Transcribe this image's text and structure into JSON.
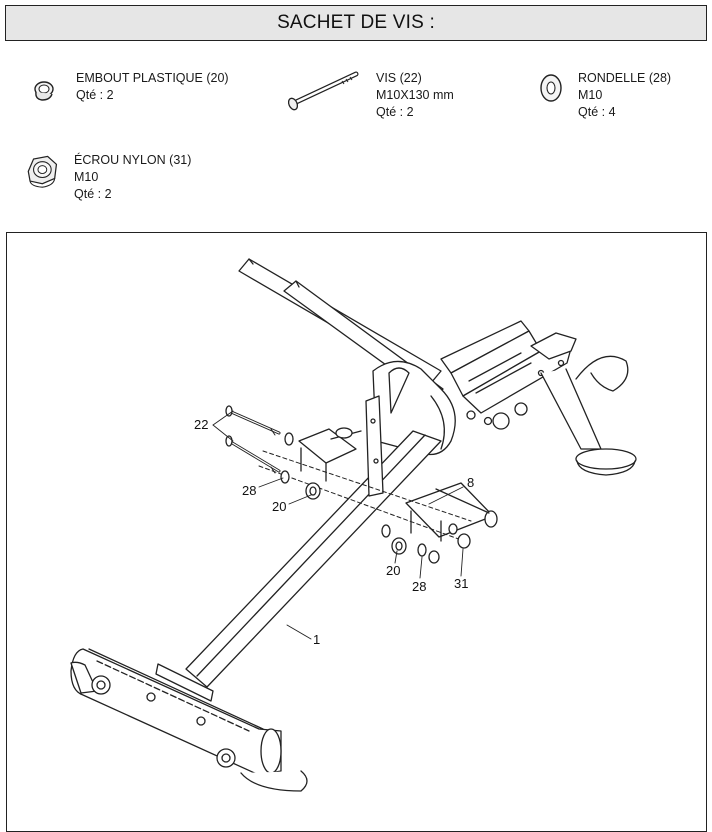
{
  "header": {
    "title": "SACHET DE VIS :"
  },
  "parts": [
    {
      "name": "EMBOUT PLASTIQUE (20)",
      "spec": "",
      "qty": "Qté : 2",
      "icon": "plastic-cap-icon"
    },
    {
      "name": "VIS (22)",
      "spec": "M10X130 mm",
      "qty": "Qté : 2",
      "icon": "bolt-icon"
    },
    {
      "name": "RONDELLE (28)",
      "spec": "M10",
      "qty": "Qté : 4",
      "icon": "washer-icon"
    },
    {
      "name": "ÉCROU NYLON (31)",
      "spec": "M10",
      "qty": "Qté : 2",
      "icon": "nylon-nut-icon"
    }
  ],
  "diagram": {
    "callouts": {
      "bolt": "22",
      "washer_left": "28",
      "cap_left": "20",
      "bracket": "8",
      "cap_right": "20",
      "washer_right": "28",
      "nut": "31",
      "frame": "1"
    }
  }
}
